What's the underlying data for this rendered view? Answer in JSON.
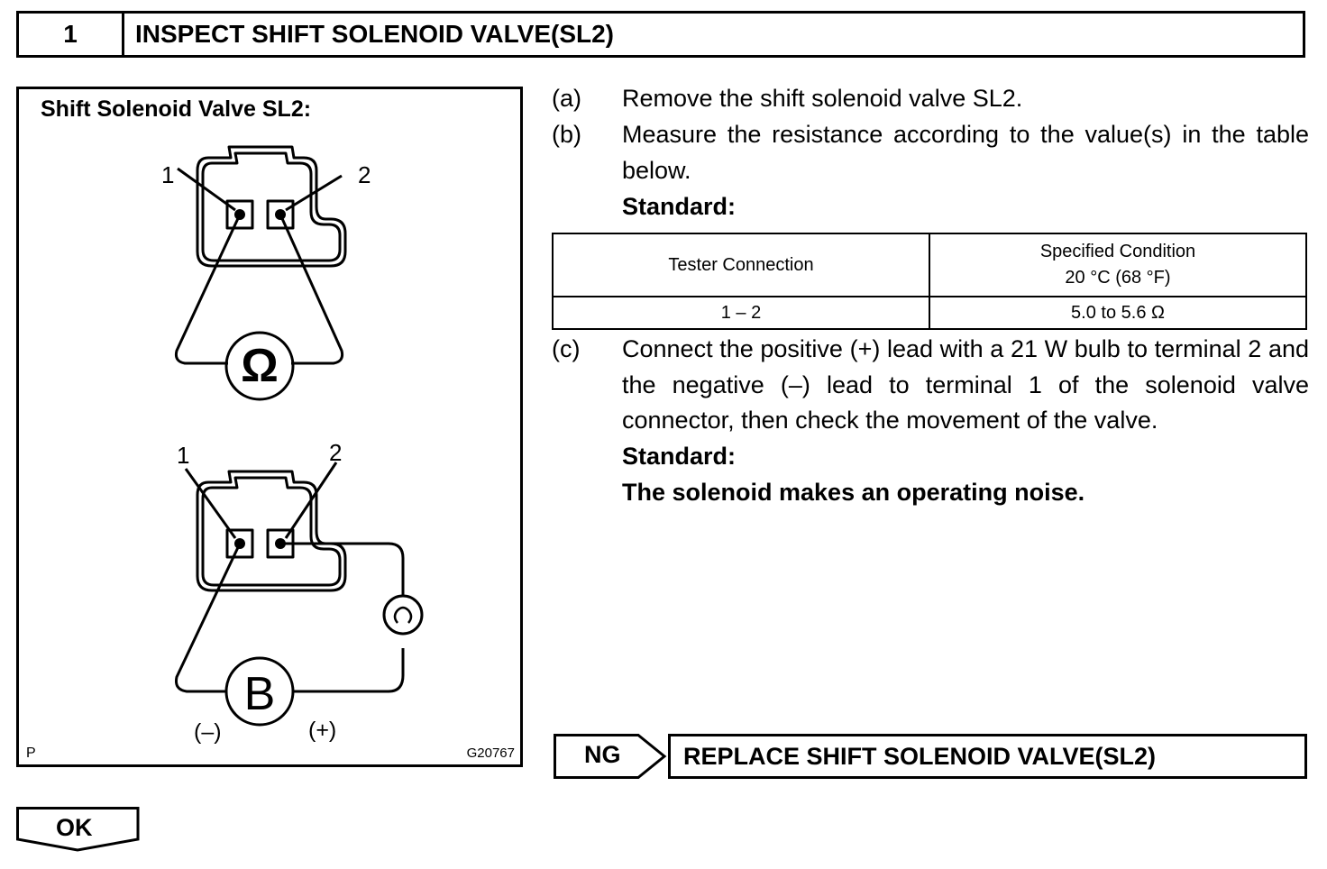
{
  "step": {
    "number": "1",
    "title": "INSPECT SHIFT SOLENOID VALVE(SL2)"
  },
  "figure": {
    "caption": "Shift Solenoid Valve SL2:",
    "terminal_1": "1",
    "terminal_2": "2",
    "ohmmeter_symbol": "Ω",
    "battery_symbol": "B",
    "negative_label": "(–)",
    "positive_label": "(+)",
    "corner_mark": "P",
    "figure_code": "G20767"
  },
  "steps": [
    {
      "label": "(a)",
      "text": "Remove the shift  solenoid valve SL2."
    },
    {
      "label": "(b)",
      "text": "Measure the resistance according to the value(s) in the table below."
    },
    {
      "label": "(c)",
      "text": "Connect the positive (+) lead with a 21 W bulb to terminal 2 and the negative (–) lead to terminal 1 of the solenoid valve connector, then check the movement of the valve."
    }
  ],
  "standard_label": "Standard:",
  "standard_c_text": "The solenoid makes an operating noise.",
  "table": {
    "header_connection": "Tester Connection",
    "header_condition_line1": "Specified Condition",
    "header_condition_line2": "20 °C (68 °F)",
    "row_connection": "1 – 2",
    "row_condition": "5.0 to 5.6 Ω"
  },
  "ng": {
    "label": "NG",
    "action": "REPLACE SHIFT SOLENOID VALVE(SL2)"
  },
  "ok": {
    "label": "OK"
  }
}
